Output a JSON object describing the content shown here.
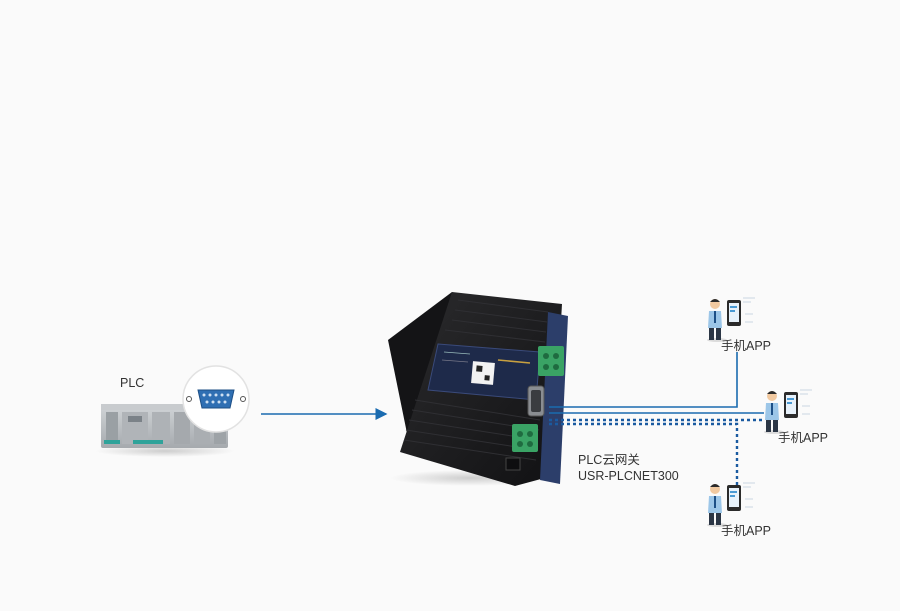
{
  "plc": {
    "label": "PLC"
  },
  "gateway": {
    "label_line1": "PLC云网关",
    "label_line2": "USR-PLCNET300"
  },
  "apps": [
    {
      "label": "手机APP"
    },
    {
      "label": "手机APP"
    },
    {
      "label": "手机APP"
    }
  ],
  "colors": {
    "connection_line": "#1a6bb0",
    "device_body": "#1c1c1e",
    "terminal_green": "#3aa365",
    "plc_body": "#b9bcc0"
  },
  "icons": [
    "serial-port-icon",
    "person-with-phone-icon"
  ]
}
